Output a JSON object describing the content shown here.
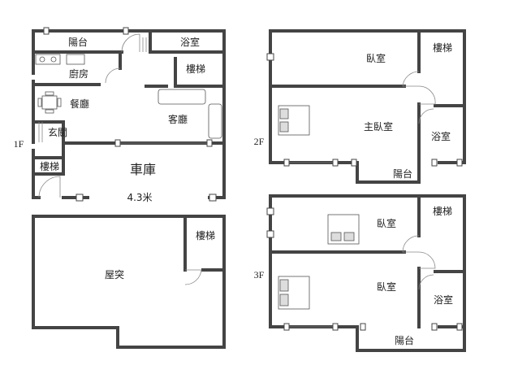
{
  "floors": {
    "f1": {
      "label": "1F",
      "rooms": {
        "balcony": "陽台",
        "bathroom": "浴室",
        "kitchen": "廚房",
        "stairs": "樓梯",
        "dining": "餐廳",
        "living": "客廳",
        "entrance": "玄關",
        "stairs2": "樓梯",
        "garage": "車庫",
        "width_note": "4.3米"
      }
    },
    "roof": {
      "rooms": {
        "rooftop": "屋突",
        "stairs": "樓梯"
      }
    },
    "f2": {
      "label": "2F",
      "rooms": {
        "bedroom": "臥室",
        "stairs": "樓梯",
        "master": "主臥室",
        "bathroom": "浴室",
        "balcony": "陽台"
      }
    },
    "f3": {
      "label": "3F",
      "rooms": {
        "bedroom1": "臥室",
        "stairs": "樓梯",
        "bedroom2": "臥室",
        "bathroom": "浴室",
        "balcony": "陽台"
      }
    }
  }
}
